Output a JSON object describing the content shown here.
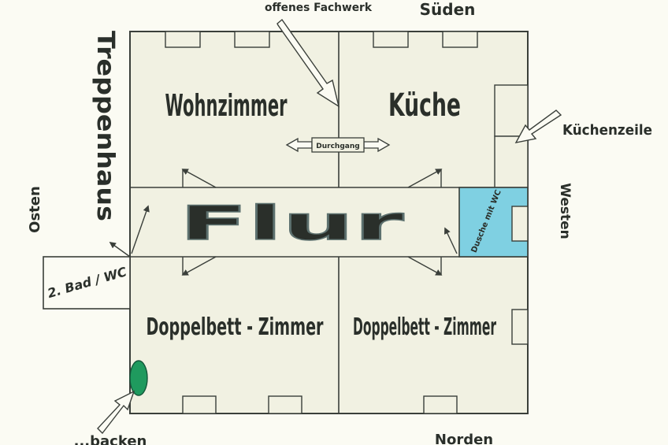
{
  "labels": {
    "sueden": "Süden",
    "norden": "Norden",
    "osten": "Osten",
    "westen": "Westen",
    "offenes_fachwerk": "offenes Fachwerk",
    "treppenhaus": "Treppenhaus",
    "kuechenzeile": "Küchenzeile",
    "durchgang": "Durchgang",
    "kachelofen_partial": "...backen"
  },
  "rooms": {
    "wohnzimmer": "Wohnzimmer",
    "kueche": "Küche",
    "flur": "Flur",
    "dusche": "Dusche mit WC",
    "bad2": "2. Bad / WC",
    "doppelbett_1": "Doppelbett - Zimmer",
    "doppelbett_2": "Doppelbett - Zimmer"
  },
  "colors": {
    "background": "#fbfbf3",
    "floor": "#f1f1e2",
    "walls": "#3a3f3a",
    "shower": "#7fd0e2",
    "stove": "#1f9a5e",
    "flur_text": "#9fb7b4",
    "fachwerk_text": "#9ad07e"
  }
}
